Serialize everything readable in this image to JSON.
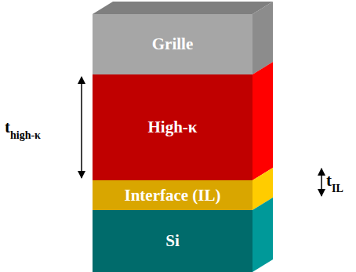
{
  "diagram": {
    "nodes": [
      {
        "text": [
          "Grille"
        ]
      },
      {
        "text": [
          "High-κ"
        ]
      },
      {
        "text": [
          "Interface (IL)"
        ]
      },
      {
        "text": [
          "Si"
        ]
      }
    ],
    "labels": [
      "t",
      "high-κ",
      "t",
      "IL"
    ]
  }
}
